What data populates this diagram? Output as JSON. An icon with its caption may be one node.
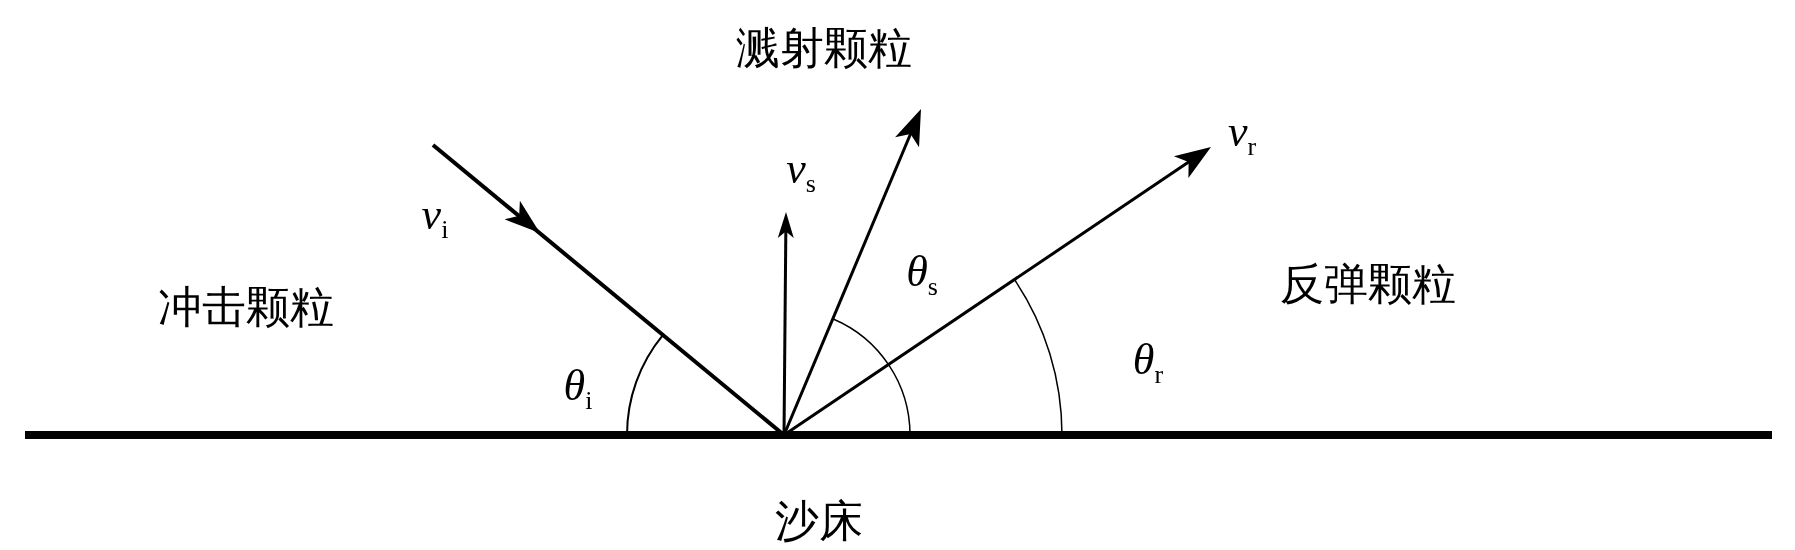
{
  "diagram": {
    "labels": [
      "溅射颗粒",
      "*v*$_{r}$",
      "*v*$_{s}$",
      "*v*$_{i}$",
      "冲击颗粒",
      "*θ*$_{s}$",
      "反弹颗粒",
      "*θ*$_{r}$",
      "*θ*$_{i}$",
      "沙床"
    ]
  }
}
